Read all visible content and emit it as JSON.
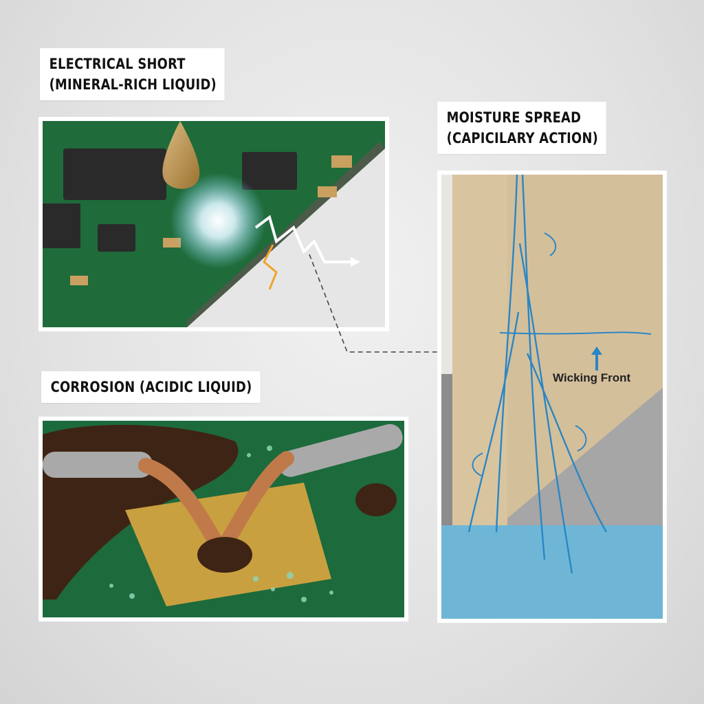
{
  "panels": {
    "electrical_short": {
      "title_line1": "ELECTRICAL SHORT",
      "title_line2": "(MINERAL-RICH LIQUID)"
    },
    "corrosion": {
      "title": "CORROSION (ACIDIC LIQUID)"
    },
    "moisture_spread": {
      "title_line1": "MOISTURE SPREAD",
      "title_line2": "(CAPICILARY ACTION)",
      "annotation": "Wicking Front"
    }
  },
  "colors": {
    "pcb_green": "#1f6b3a",
    "wick_blue": "#2a86c4",
    "drywall_tan": "#d9c4a0",
    "water_blue": "#6fb6d6",
    "copper": "#c07a4a",
    "corrosion_brown": "#3e2414"
  }
}
